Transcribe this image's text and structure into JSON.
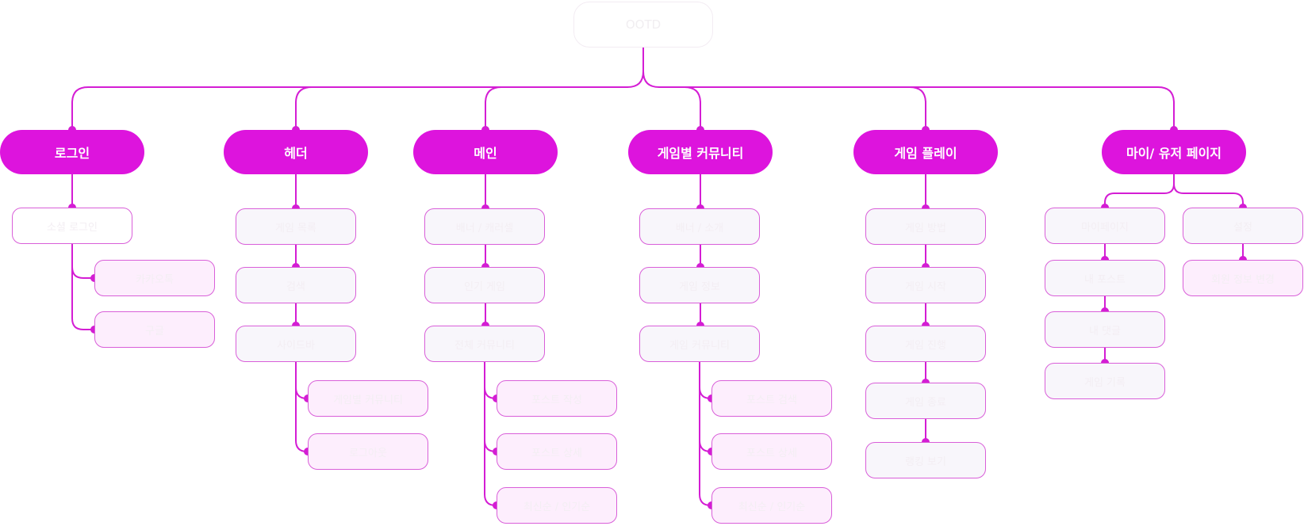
{
  "root": {
    "label": "OOTD"
  },
  "categories": [
    {
      "id": "login",
      "label": "로그인"
    },
    {
      "id": "header",
      "label": "헤더"
    },
    {
      "id": "main",
      "label": "메인"
    },
    {
      "id": "community",
      "label": "게임별 커뮤니티"
    },
    {
      "id": "play",
      "label": "게임 플레이"
    },
    {
      "id": "mypage",
      "label": "마이/ 유저 페이지"
    }
  ],
  "items": [
    {
      "id": "login-1",
      "label": "소셜 로그인",
      "tone": "white"
    },
    {
      "id": "login-2",
      "label": "카카오톡",
      "tone": "pink"
    },
    {
      "id": "login-3",
      "label": "구글",
      "tone": "pink"
    },
    {
      "id": "header-1",
      "label": "게임 목록",
      "tone": "light"
    },
    {
      "id": "header-2",
      "label": "검색",
      "tone": "light"
    },
    {
      "id": "header-3",
      "label": "사이드바",
      "tone": "light"
    },
    {
      "id": "header-4",
      "label": "게임별 커뮤니티",
      "tone": "pink"
    },
    {
      "id": "header-5",
      "label": "로그아웃",
      "tone": "pink"
    },
    {
      "id": "main-1",
      "label": "배너 / 캐러셀",
      "tone": "light"
    },
    {
      "id": "main-2",
      "label": "인기 게임",
      "tone": "light"
    },
    {
      "id": "main-3",
      "label": "전체 커뮤니티",
      "tone": "light"
    },
    {
      "id": "main-4",
      "label": "포스트 작성",
      "tone": "pink"
    },
    {
      "id": "main-5",
      "label": "포스트 상세",
      "tone": "pink"
    },
    {
      "id": "main-6",
      "label": "최신순 / 인기순",
      "tone": "pink"
    },
    {
      "id": "community-1",
      "label": "배너 / 소개",
      "tone": "light"
    },
    {
      "id": "community-2",
      "label": "게임 정보",
      "tone": "light"
    },
    {
      "id": "community-3",
      "label": "게임 커뮤니티",
      "tone": "light"
    },
    {
      "id": "community-4",
      "label": "포스트 검색",
      "tone": "pink"
    },
    {
      "id": "community-5",
      "label": "포스트 상세",
      "tone": "pink"
    },
    {
      "id": "community-6",
      "label": "최신순 / 인기순",
      "tone": "pink"
    },
    {
      "id": "play-1",
      "label": "게임 방법",
      "tone": "light"
    },
    {
      "id": "play-2",
      "label": "게임 시작",
      "tone": "light"
    },
    {
      "id": "play-3",
      "label": "게임 진행",
      "tone": "light"
    },
    {
      "id": "play-4",
      "label": "게임 종료",
      "tone": "light"
    },
    {
      "id": "play-5",
      "label": "랭킹 보기",
      "tone": "light"
    },
    {
      "id": "mypage-1",
      "label": "마이페이지",
      "tone": "light"
    },
    {
      "id": "mypage-2",
      "label": "내 포스트",
      "tone": "light"
    },
    {
      "id": "mypage-3",
      "label": "내 댓글",
      "tone": "light"
    },
    {
      "id": "mypage-4",
      "label": "게임 기록",
      "tone": "light"
    },
    {
      "id": "mypage-5",
      "label": "설정",
      "tone": "light"
    },
    {
      "id": "mypage-6",
      "label": "회원 정보 변경",
      "tone": "pink"
    }
  ],
  "colors": {
    "line": "#d41dd4",
    "category_fill": "#dd14dd",
    "item_border": "#d95fd9",
    "pink_fill": "#fdeefd",
    "light_fill": "#f8f6fb"
  }
}
